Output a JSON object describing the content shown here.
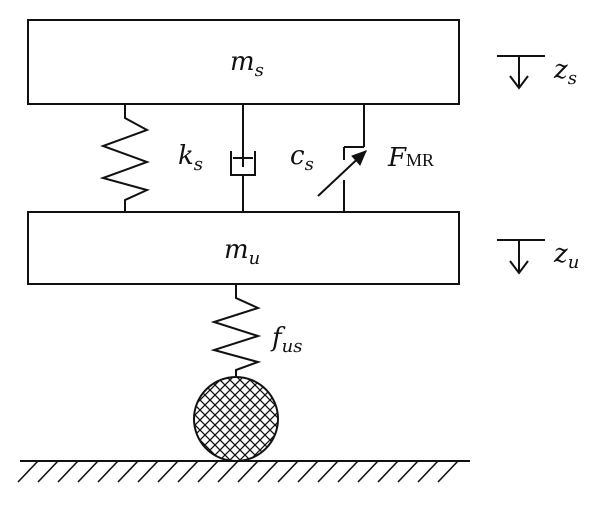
{
  "labels": {
    "sprung_mass": {
      "main": "m",
      "sub": "s"
    },
    "unsprung_mass": {
      "main": "m",
      "sub": "u"
    },
    "spring_stiffness": {
      "main": "k",
      "sub": "s"
    },
    "damping": {
      "main": "c",
      "sub": "s"
    },
    "mr_force": {
      "main": "F",
      "sub": "MR"
    },
    "sprung_displacement": {
      "main": "z",
      "sub": "s"
    },
    "unsprung_displacement": {
      "main": "z",
      "sub": "u"
    },
    "tire_force": {
      "main": "f",
      "sub": "us"
    }
  }
}
